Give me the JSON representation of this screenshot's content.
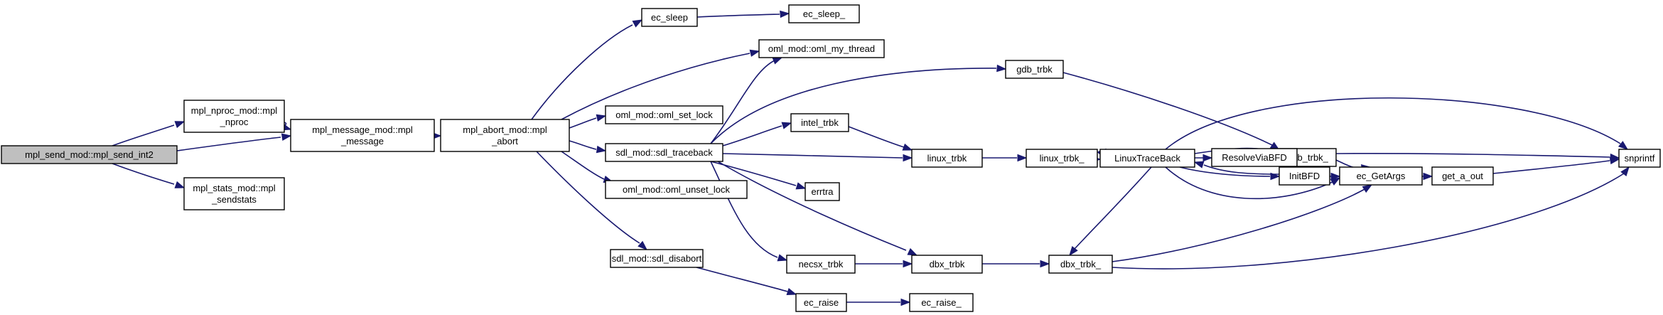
{
  "graph": {
    "edge_color": "#191970",
    "root_fill": "#bfbfbf",
    "nodes": [
      {
        "id": "n0",
        "lines": [
          "mpl_send_mod::mpl_send_int2"
        ],
        "root": true
      },
      {
        "id": "n1",
        "lines": [
          "mpl_nproc_mod::mpl",
          "_nproc"
        ]
      },
      {
        "id": "n2",
        "lines": [
          "mpl_message_mod::mpl",
          "_message"
        ]
      },
      {
        "id": "n3",
        "lines": [
          "mpl_stats_mod::mpl",
          "_sendstats"
        ]
      },
      {
        "id": "n4",
        "lines": [
          "mpl_abort_mod::mpl",
          "_abort"
        ]
      },
      {
        "id": "n5",
        "lines": [
          "ec_sleep"
        ]
      },
      {
        "id": "n6",
        "lines": [
          "ec_sleep_"
        ]
      },
      {
        "id": "n7",
        "lines": [
          "oml_mod::oml_my_thread"
        ]
      },
      {
        "id": "n8",
        "lines": [
          "oml_mod::oml_set_lock"
        ]
      },
      {
        "id": "n9",
        "lines": [
          "sdl_mod::sdl_traceback"
        ]
      },
      {
        "id": "n10",
        "lines": [
          "oml_mod::oml_unset_lock"
        ]
      },
      {
        "id": "n11",
        "lines": [
          "sdl_mod::sdl_disabort"
        ]
      },
      {
        "id": "n12",
        "lines": [
          "gdb_trbk"
        ]
      },
      {
        "id": "n13",
        "lines": [
          "intel_trbk"
        ]
      },
      {
        "id": "n14",
        "lines": [
          "linux_trbk"
        ]
      },
      {
        "id": "n15",
        "lines": [
          "errtra"
        ]
      },
      {
        "id": "n16",
        "lines": [
          "necsx_trbk"
        ]
      },
      {
        "id": "n17",
        "lines": [
          "dbx_trbk"
        ]
      },
      {
        "id": "n18",
        "lines": [
          "ec_raise"
        ]
      },
      {
        "id": "n19",
        "lines": [
          "ec_raise_"
        ]
      },
      {
        "id": "n20",
        "lines": [
          "linux_trbk_"
        ]
      },
      {
        "id": "n21",
        "lines": [
          "LinuxTraceBack"
        ]
      },
      {
        "id": "n22",
        "lines": [
          "gdb_trbk_"
        ]
      },
      {
        "id": "n23",
        "lines": [
          "ResolveViaBFD"
        ]
      },
      {
        "id": "n24",
        "lines": [
          "InitBFD"
        ]
      },
      {
        "id": "n25",
        "lines": [
          "ec_GetArgs"
        ]
      },
      {
        "id": "n26",
        "lines": [
          "dbx_trbk_"
        ]
      },
      {
        "id": "n27",
        "lines": [
          "get_a_out"
        ]
      },
      {
        "id": "n28",
        "lines": [
          "snprintf"
        ]
      }
    ],
    "edges": [
      {
        "from": "n0",
        "to": "n1"
      },
      {
        "from": "n0",
        "to": "n2"
      },
      {
        "from": "n0",
        "to": "n3"
      },
      {
        "from": "n1",
        "to": "n2"
      },
      {
        "from": "n2",
        "to": "n4"
      },
      {
        "from": "n4",
        "to": "n5"
      },
      {
        "from": "n4",
        "to": "n7"
      },
      {
        "from": "n4",
        "to": "n8"
      },
      {
        "from": "n4",
        "to": "n9"
      },
      {
        "from": "n4",
        "to": "n10"
      },
      {
        "from": "n4",
        "to": "n11"
      },
      {
        "from": "n5",
        "to": "n6"
      },
      {
        "from": "n9",
        "to": "n7"
      },
      {
        "from": "n9",
        "to": "n12"
      },
      {
        "from": "n9",
        "to": "n13"
      },
      {
        "from": "n9",
        "to": "n14"
      },
      {
        "from": "n9",
        "to": "n15"
      },
      {
        "from": "n9",
        "to": "n16"
      },
      {
        "from": "n9",
        "to": "n17"
      },
      {
        "from": "n11",
        "to": "n18"
      },
      {
        "from": "n12",
        "to": "n22"
      },
      {
        "from": "n13",
        "to": "n14"
      },
      {
        "from": "n14",
        "to": "n20"
      },
      {
        "from": "n16",
        "to": "n17"
      },
      {
        "from": "n17",
        "to": "n26"
      },
      {
        "from": "n18",
        "to": "n19"
      },
      {
        "from": "n20",
        "to": "n21"
      },
      {
        "from": "n21",
        "to": "n20"
      },
      {
        "from": "n21",
        "to": "n22"
      },
      {
        "from": "n21",
        "to": "n23"
      },
      {
        "from": "n21",
        "to": "n24"
      },
      {
        "from": "n21",
        "to": "n25"
      },
      {
        "from": "n21",
        "to": "n26"
      },
      {
        "from": "n21",
        "to": "n28"
      },
      {
        "from": "n22",
        "to": "n25"
      },
      {
        "from": "n22",
        "to": "n28"
      },
      {
        "from": "n23",
        "to": "n24"
      },
      {
        "from": "n24",
        "to": "n21"
      },
      {
        "from": "n24",
        "to": "n25"
      },
      {
        "from": "n25",
        "to": "n27"
      },
      {
        "from": "n26",
        "to": "n25"
      },
      {
        "from": "n26",
        "to": "n28"
      },
      {
        "from": "n27",
        "to": "n28"
      }
    ]
  }
}
